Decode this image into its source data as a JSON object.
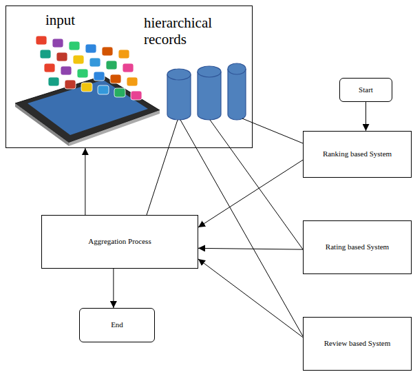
{
  "diagram": {
    "nodes": [
      {
        "text": [
          "input",
          "hierarchical records"
        ]
      },
      {
        "text": [
          "Start"
        ]
      },
      {
        "text": [
          "Ranking based System"
        ]
      },
      {
        "text": [
          "Aggregation Process"
        ]
      },
      {
        "text": [
          "Rating based System"
        ]
      },
      {
        "text": [
          "End"
        ]
      },
      {
        "text": [
          "Review based System"
        ]
      }
    ],
    "edges": [
      {
        "from": 1,
        "to": 2,
        "arrow": "to"
      },
      {
        "from": 2,
        "to": 3,
        "arrow": "to"
      },
      {
        "from": 4,
        "to": 3,
        "arrow": "to"
      },
      {
        "from": 6,
        "to": 3,
        "arrow": "to"
      },
      {
        "from": 3,
        "to": 0,
        "arrow": "to"
      },
      {
        "from": 3,
        "to": 5,
        "arrow": "to"
      }
    ]
  }
}
